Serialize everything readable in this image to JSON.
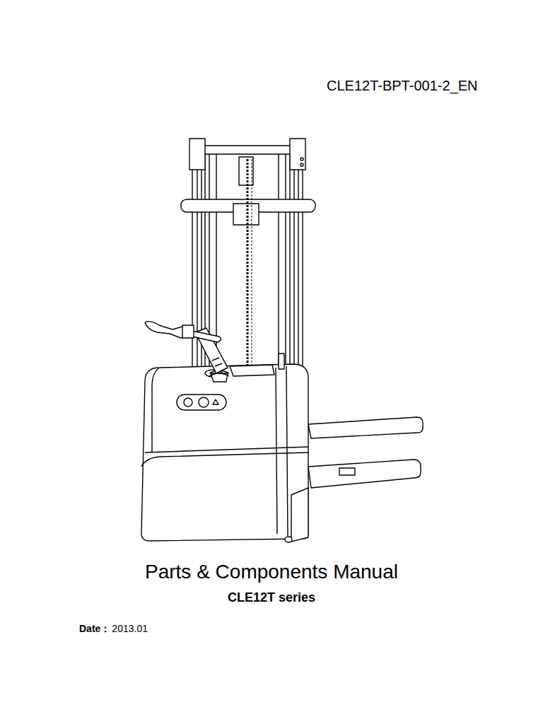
{
  "diagram": {
    "title": "Parts & Components Manual",
    "labels": [
      "CLE12T-BPT-001-2_EN",
      "CLE12T series",
      "Date：",
      "2013.01"
    ]
  }
}
